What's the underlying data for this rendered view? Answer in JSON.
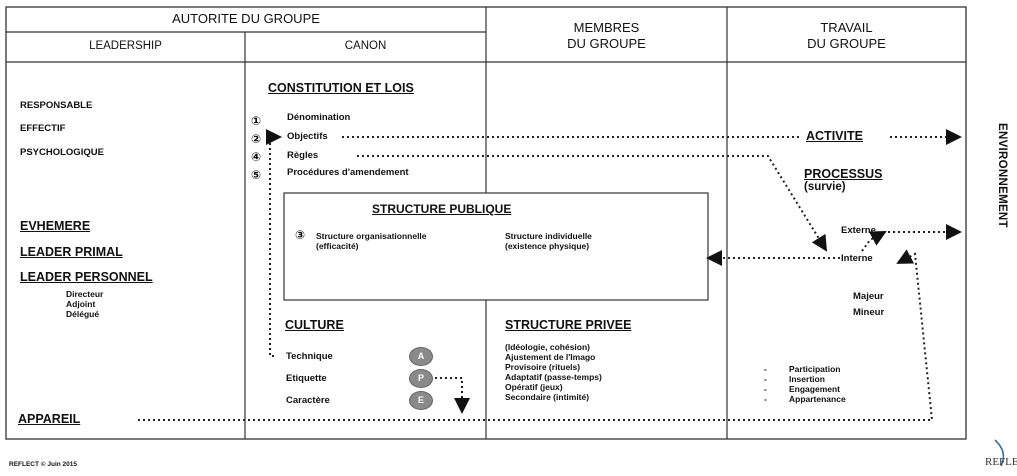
{
  "headers": {
    "autorite": "AUTORITE DU GROUPE",
    "leadership": "LEADERSHIP",
    "canon": "CANON",
    "membres_l1": "MEMBRES",
    "membres_l2": "DU GROUPE",
    "travail_l1": "TRAVAIL",
    "travail_l2": "DU GROUPE"
  },
  "leadership": {
    "responsable": "RESPONSABLE",
    "effectif": "EFFECTIF",
    "psychologique": "PSYCHOLOGIQUE",
    "evhemere": "EVHEMERE",
    "leader_primal": "LEADER PRIMAL",
    "leader_personnel": "LEADER PERSONNEL",
    "directeur": "Directeur",
    "adjoint": "Adjoint",
    "delegue": "Délégué",
    "appareil": "APPAREIL"
  },
  "constitution": {
    "title": "CONSTITUTION ET LOIS",
    "n1": "①",
    "item1": "Dénomination",
    "n2": "②",
    "item2": "Objectifs",
    "n4": "④",
    "item4": "Règles",
    "n5": "⑤",
    "item5": "Procédures d'amendement"
  },
  "structure_publique": {
    "title": "STRUCTURE PUBLIQUE",
    "n3": "③",
    "org_l1": "Structure organisationnelle",
    "org_l2": "(efficacité)",
    "ind_l1": "Structure individuelle",
    "ind_l2": "(existence physique)"
  },
  "culture": {
    "title": "CULTURE",
    "technique": "Technique",
    "etiquette": "Etiquette",
    "caractere": "Caractère",
    "badge_a": "A",
    "badge_p": "P",
    "badge_e": "E"
  },
  "structure_privee": {
    "title": "STRUCTURE PRIVEE",
    "items": [
      "(Idéologie, cohésion)",
      "Ajustement de l'Imago",
      "Provisoire (rituels)",
      "Adaptatif (passe-temps)",
      "Opératif (jeux)",
      "Secondaire (intimité)"
    ]
  },
  "travail": {
    "activite": "ACTIVITE",
    "processus": "PROCESSUS",
    "survie": "(survie)",
    "externe": "Externe",
    "interne": "Interne",
    "majeur": "Majeur",
    "mineur": "Mineur",
    "items": [
      "Participation",
      "Insertion",
      "Engagement",
      "Appartenance"
    ],
    "dash": "-"
  },
  "environnement": "ENVIRONNEMENT",
  "footer": {
    "credit": "REFLECT © Juin 2015",
    "logo_text": "REFLECT"
  },
  "colors": {
    "badge": "#8a8a8a",
    "line": "#222222"
  }
}
